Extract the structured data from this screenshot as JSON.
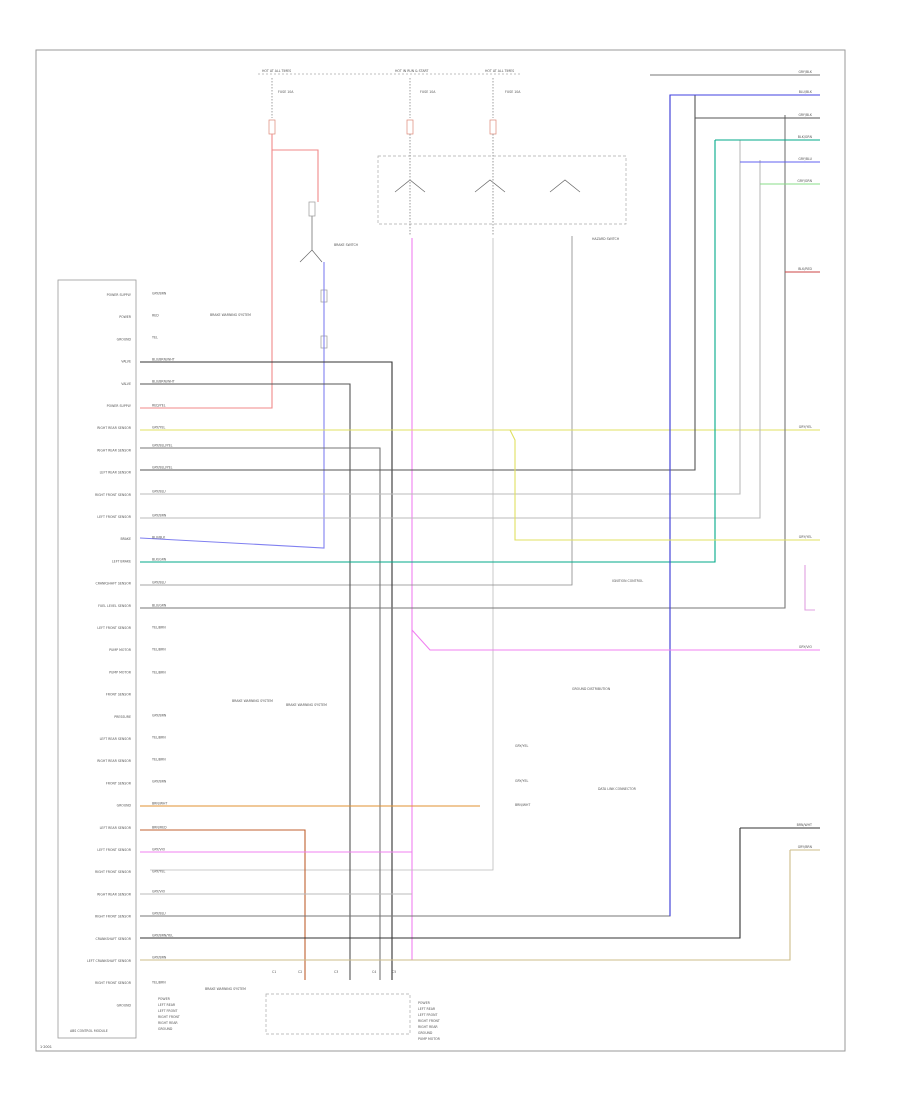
{
  "diagram": {
    "footer_code": "1·2001",
    "top_sources": [
      "HOT AT ALL TIMES",
      "HOT IN RUN & START",
      "HOT AT ALL TIMES"
    ],
    "fuse_labels": [
      "FUSE 10A",
      "FUSE 10A",
      "FUSE 10A"
    ],
    "brake_switch_label": "BRAKE SWITCH",
    "hazard_switch_label": "HAZARD SWITCH",
    "right_connector_labels": [
      "GRY/BLK",
      "BLU/BLK",
      "GRY/BLK",
      "BLK/GRN",
      "GRY/BLU",
      "GRY/GRN",
      "BLK/RED",
      "GRY/YEL",
      "GRY/YEL",
      "GRY/VIO",
      "BRN/WHT",
      "GRY/BRN"
    ],
    "module_pin_labels": [
      "POWER SUPPLY",
      "POWER",
      "GROUND",
      "VALVE",
      "VALVE",
      "POWER SUPPLY",
      "RIGHT REAR SENSOR",
      "RIGHT REAR SENSOR",
      "LEFT REAR SENSOR",
      "RIGHT FRONT SENSOR",
      "LEFT FRONT SENSOR",
      "BRAKE",
      "LEFT BRAKE",
      "CRANKSHAFT SENSOR",
      "FUEL LEVEL SENSOR",
      "LEFT FRONT SENSOR",
      "PUMP MOTOR",
      "PUMP MOTOR",
      "FRONT SENSOR",
      "PRESSURE",
      "LEFT REAR SENSOR",
      "RIGHT REAR SENSOR",
      "FRONT SENSOR",
      "GROUND",
      "LEFT REAR SENSOR",
      "LEFT FRONT SENSOR",
      "RIGHT FRONT SENSOR",
      "RIGHT REAR SENSOR",
      "RIGHT FRONT SENSOR",
      "CRANKSHAFT SENSOR",
      "LEFT CRANKSHAFT SENSOR",
      "RIGHT FRONT SENSOR",
      "GROUND"
    ],
    "wire_labels": [
      "GRY/BRN",
      "RED",
      "YEL",
      "BLU/BRN/WHT",
      "BLU/BRN/WHT",
      "RED/YEL",
      "GRY/YEL",
      "GRY/BLU/YEL",
      "GRY/BLU/YEL",
      "GRY/BLU",
      "GRY/BRN",
      "BLU/BLK",
      "BLK/GRN",
      "GRY/BLU",
      "BLU/GRN",
      "YEL/BRN",
      "YEL/BRN",
      "YEL/BRN",
      "GRY/BRN",
      "YEL/BRN",
      "YEL/BRN",
      "GRY/BRN",
      "BRN/WHT",
      "BRN/RED",
      "GRY/VIO",
      "GRY/YEL",
      "GRY/VIO",
      "GRY/BLU",
      "GRY/BRN/YEL",
      "GRY/BRN",
      "YEL/BRN"
    ],
    "side_group_labels": [
      "BRAKE WARNING SYSTEM",
      "BRAKE WARNING SYSTEM",
      "BRAKE WARNING SYSTEM",
      "BRAKE WARNING SYSTEM"
    ],
    "right_notes": [
      "IGNITION CONTROL",
      "GROUND DISTRIBUTION",
      "DATA LINK CONNECTOR",
      "GRY/YEL",
      "GRY/YEL",
      "BRN/WHT"
    ],
    "bottom_connector_labels": [
      "C1",
      "C2",
      "C3",
      "C4",
      "C5"
    ],
    "bottom_notes_left": [
      "POWER",
      "LEFT REAR",
      "LEFT FRONT",
      "RIGHT FRONT",
      "RIGHT REAR",
      "GROUND"
    ],
    "bottom_notes_right": [
      "POWER",
      "LEFT REAR",
      "LEFT FRONT",
      "RIGHT FRONT",
      "RIGHT REAR",
      "GROUND",
      "PUMP MOTOR"
    ],
    "module_name": "ABS CONTROL MODULE"
  }
}
